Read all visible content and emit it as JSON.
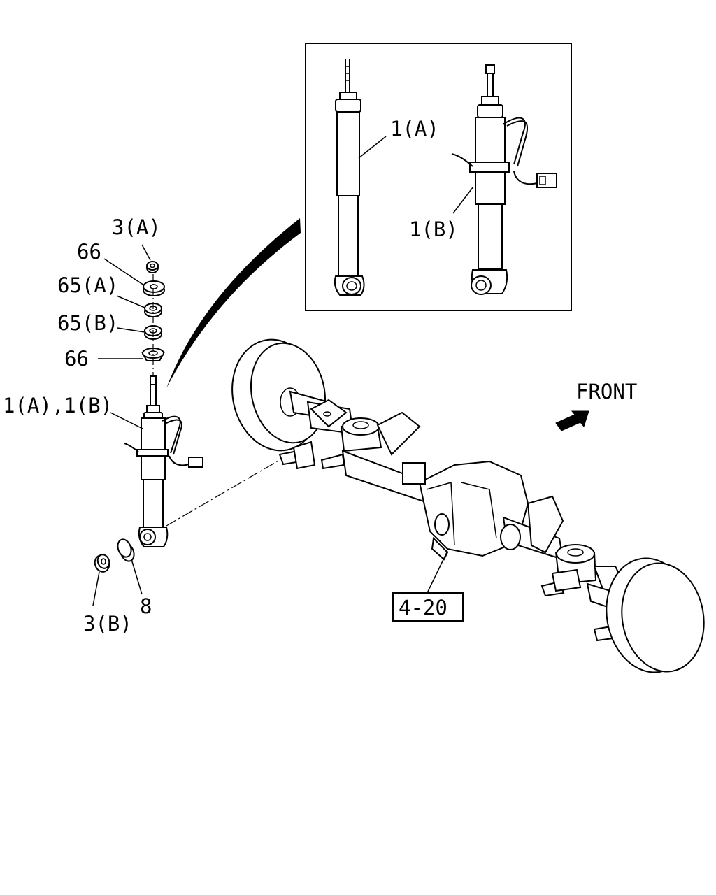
{
  "labels": {
    "inset_1a": "1(A)",
    "inset_1b": "1(B)",
    "nut_3a": "3(A)",
    "washer_66_top": "66",
    "bushing_65a": "65(A)",
    "bushing_65b": "65(B)",
    "washer_66_bottom": "66",
    "shock_1a_1b": "1(A),1(B)",
    "nut_3b": "3(B)",
    "collar_8": "8",
    "front": "FRONT",
    "ref_4_20": "4-20"
  }
}
